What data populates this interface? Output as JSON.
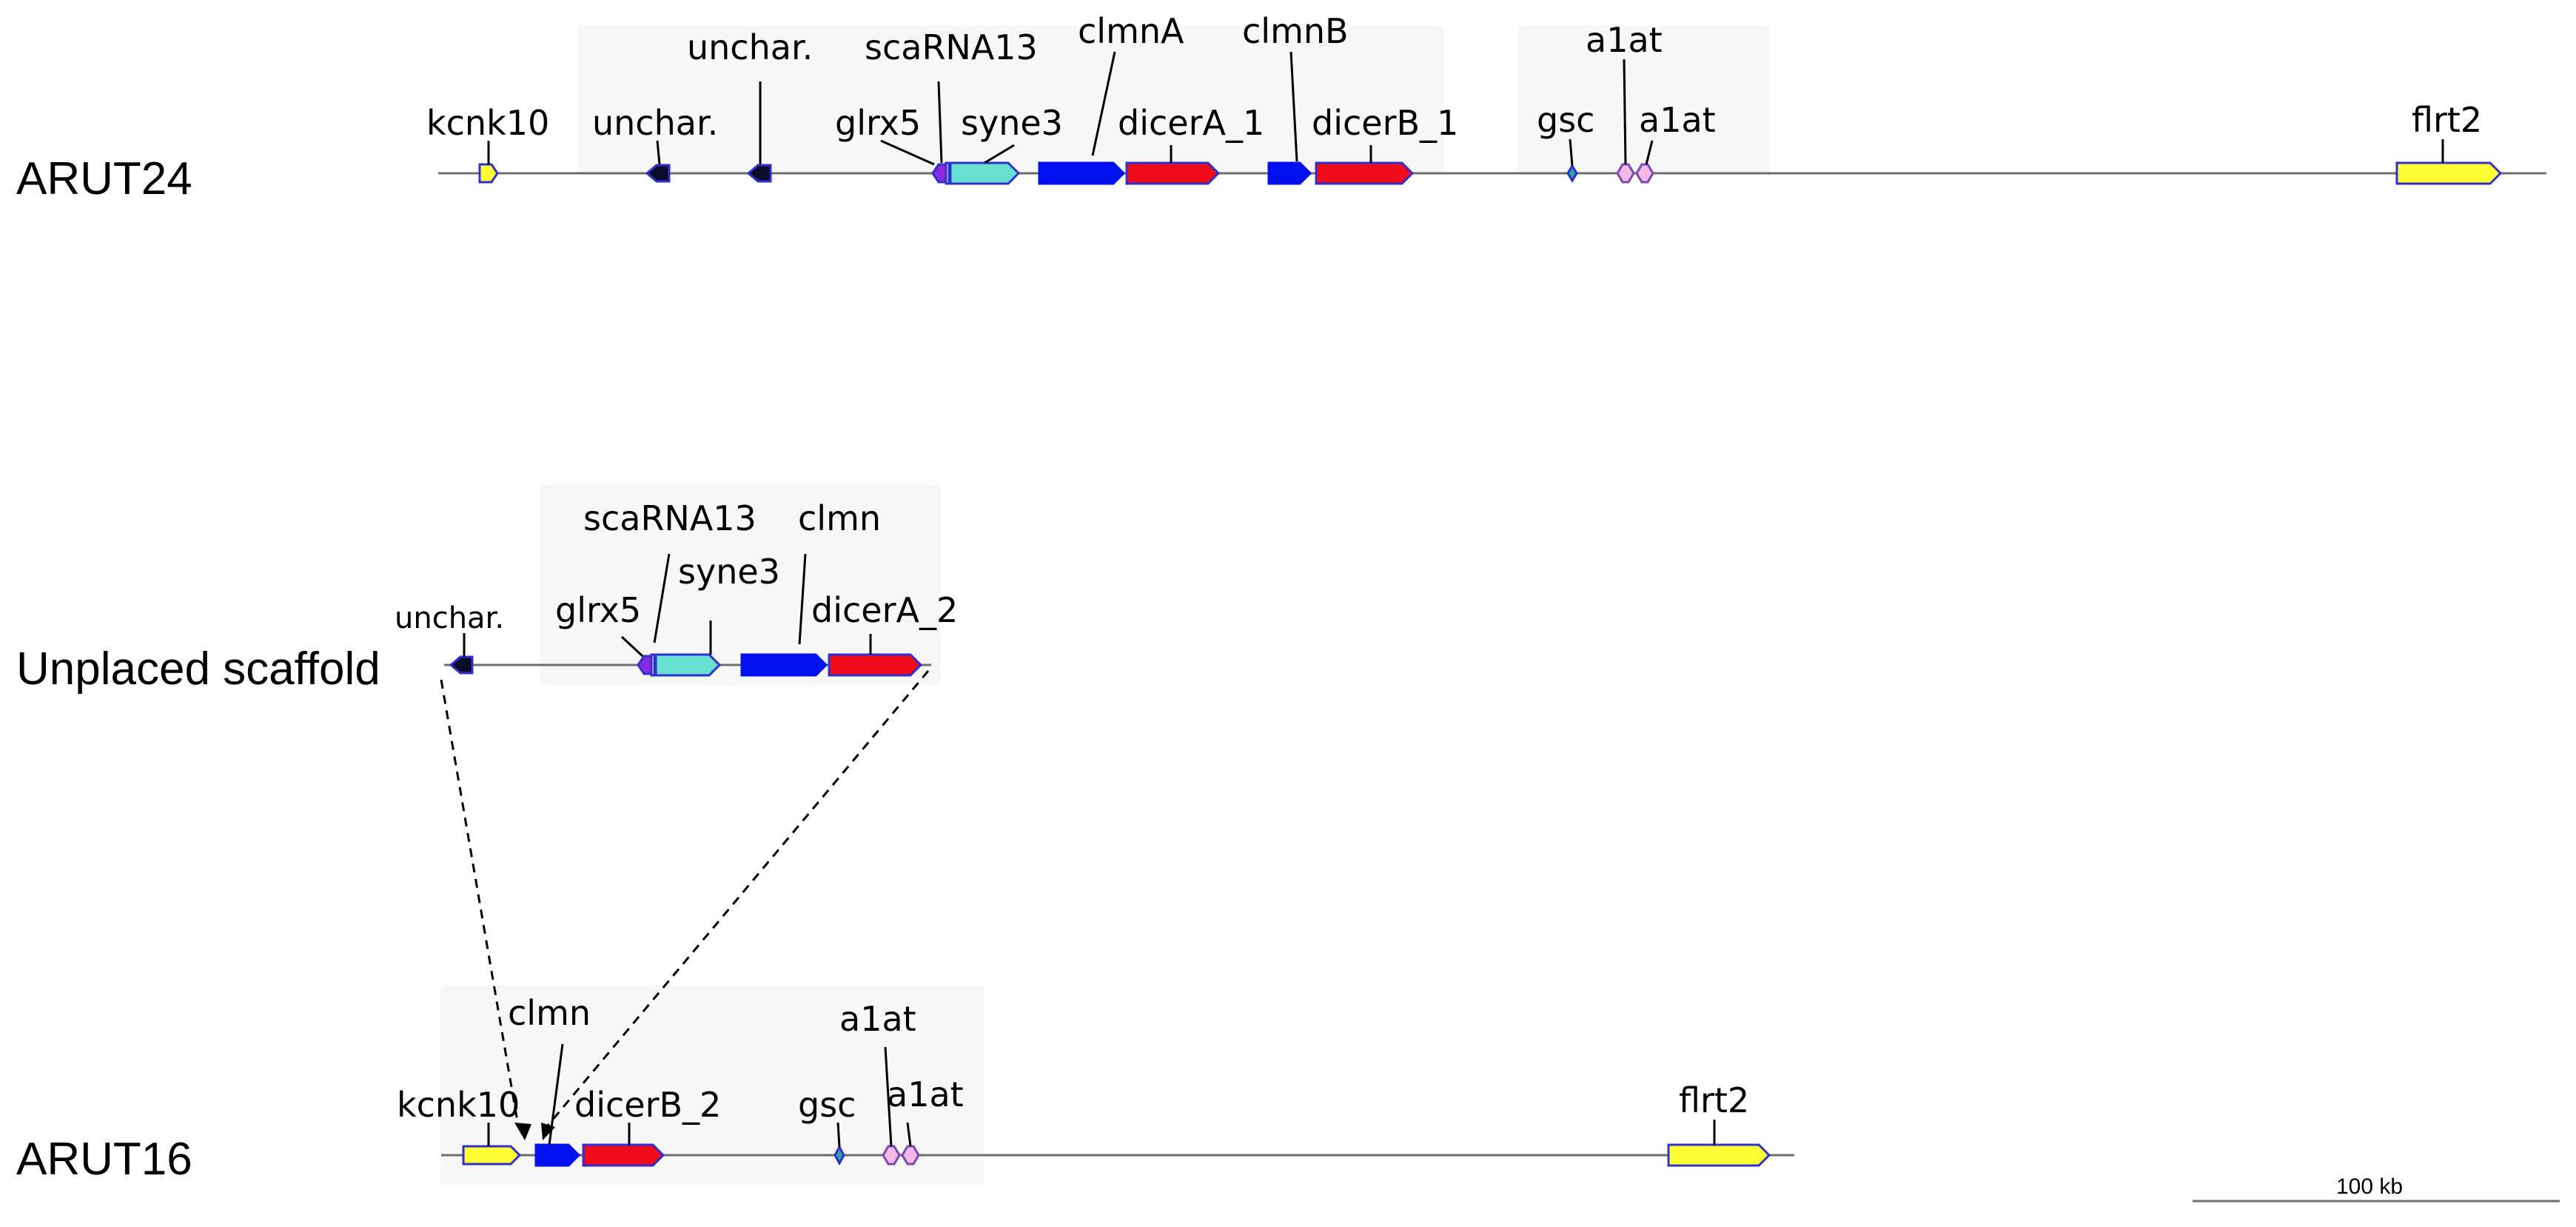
{
  "tracks": {
    "arut24": {
      "label": "ARUT24"
    },
    "unplaced": {
      "label": "Unplaced scaffold"
    },
    "arut16": {
      "label": "ARUT16"
    }
  },
  "genes": {
    "arut24": {
      "kcnk10": "kcnk10",
      "unchar_a": "unchar.",
      "unchar_b": "unchar.",
      "glrx5": "glrx5",
      "scarna13": "scaRNA13",
      "syne3": "syne3",
      "clmna": "clmnA",
      "dicera_1": "dicerA_1",
      "clmnb": "clmnB",
      "dicerb_1": "dicerB_1",
      "gsc": "gsc",
      "a1at_a": "a1at",
      "a1at_b": "a1at",
      "flrt2": "flrt2"
    },
    "unplaced": {
      "unchar": "unchar.",
      "glrx5": "glrx5",
      "scarna13": "scaRNA13",
      "syne3": "syne3",
      "clmn": "clmn",
      "dicera_2": "dicerA_2"
    },
    "arut16": {
      "kcnk10": "kcnk10",
      "clmn": "clmn",
      "dicerb_2": "dicerB_2",
      "gsc": "gsc",
      "a1at_a": "a1at",
      "a1at_b": "a1at",
      "flrt2": "flrt2"
    }
  },
  "scale_bar": {
    "label": "100 kb"
  },
  "colors": {
    "kcnk10": "#ffff33",
    "flrt2": "#ffff33",
    "unchar": "#0a0a2a",
    "glrx5": "#8a2be2",
    "syne3": "#66e0d0",
    "clmn": "#0011ee",
    "dicer": "#ee0b1b",
    "gsc": "#2aa6a6",
    "a1at": "#f3b8e6",
    "axis": "#6e6e6e"
  }
}
